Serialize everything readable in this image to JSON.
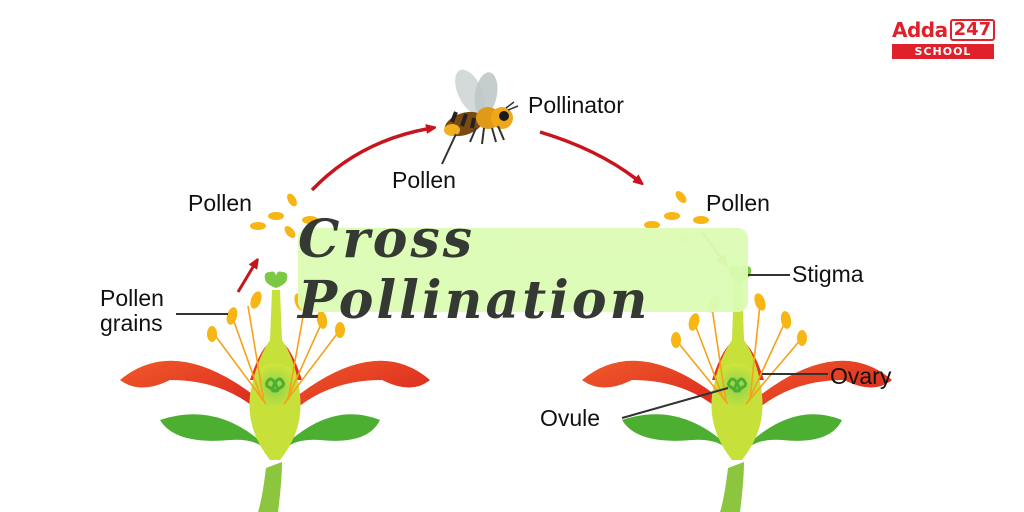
{
  "brand": {
    "name": "Adda",
    "number": "247",
    "tagline": "SCHOOL",
    "color": "#e0202b"
  },
  "title": "Cross Pollination",
  "title_box_color": "#dcfcb4",
  "labels": {
    "pollinator": "Pollinator",
    "pollen_on_bee": "Pollen",
    "pollen_left": "Pollen",
    "pollen_right": "Pollen",
    "pollen_grains_line1": "Pollen",
    "pollen_grains_line2": "grains",
    "stigma": "Stigma",
    "ovary": "Ovary",
    "ovule": "Ovule"
  },
  "colors": {
    "arrow": "#c8141c",
    "transfer_arrow": "#c08a3e",
    "petal": "#e8321e",
    "petal_light": "#f26a2a",
    "sepal": "#4caf32",
    "pistil": "#c8e03a",
    "stigma": "#7cc842",
    "anther": "#f5b21a",
    "pollen": "#f7b614"
  }
}
